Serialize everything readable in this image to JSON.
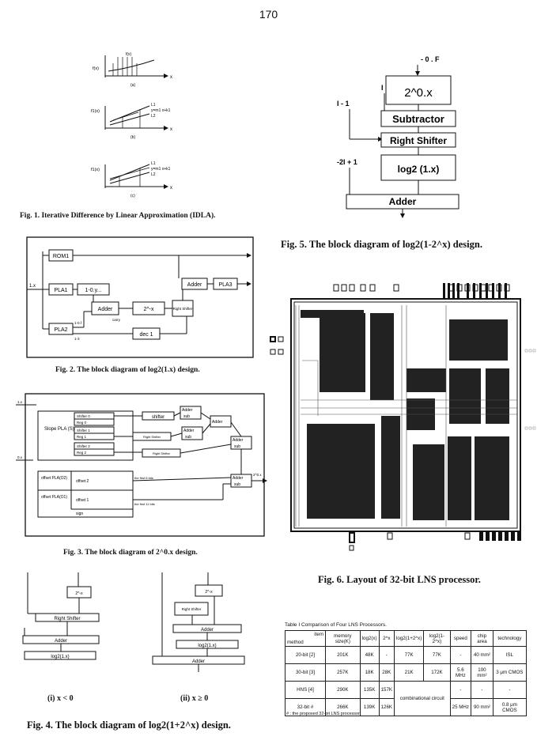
{
  "page_number": "170",
  "fig1": {
    "caption": "Fig. 1.  Iterative Difference by Linear Approximation (IDLA).",
    "panel_a": {
      "ylabel": "f(x)",
      "curve": "f(x)",
      "xlabel": "x",
      "tag": "(a)"
    },
    "panel_b": {
      "ylabel": "f1(x)",
      "line1": "L1",
      "eq": "y=m1 x+k1",
      "line2": "L2",
      "xlabel": "x",
      "tag": "(b)"
    },
    "panel_c": {
      "ylabel": "f1(x)",
      "line1": "L1",
      "eq": "y=m1 x+k1",
      "line2": "L2",
      "xlabel": "x",
      "tag": "(c)"
    }
  },
  "fig2": {
    "caption": "Fig. 2. The block diagram of log2(1.x) design.",
    "blocks": {
      "rom": "ROM1",
      "pla1": "PLA1",
      "one_minus": "1-0.y...",
      "adder1": "Adder",
      "pow": "2^-x",
      "shift": "Right Shifter",
      "adder2": "Adder",
      "pla3": "PLA3",
      "pla2": "PLA2",
      "dec": "dec 1"
    },
    "labels": {
      "input": "1.x",
      "carry": "carry",
      "l1": "1-0.f",
      "l2": "1-3"
    }
  },
  "fig3": {
    "caption": "Fig. 3.  The block diagram of 2^0.x design.",
    "blocks": {
      "slope": "Slope PLA (S)",
      "shift0": "Shifter 0",
      "reg0": "Reg 0",
      "shift1": "Shifter 1",
      "reg1": "Reg 1",
      "shift2": "Shifter 2",
      "reg2": "Reg 2",
      "shifter": "shifter",
      "rshift1": "Right Shifter",
      "rshift2": "Right Shifter",
      "offset2": "offset PLA(O2)",
      "offset2r": "offset 2",
      "offset1": "offset PLA(O1)",
      "offset1r": "offset 1",
      "sign": "sign",
      "addsub": "Adder / sub"
    },
    "labels": {
      "first8": "the first 8 bits",
      "first11": "the first 11 bits",
      "in1": "1.x",
      "in2": "0.x",
      "out": "2^0.x"
    }
  },
  "fig4": {
    "caption": "Fig. 4.  The block diagram of log2(1+2^x) design.",
    "sub_i": "(i) x < 0",
    "sub_ii": "(ii) x ≥ 0",
    "left": {
      "top": "2^-x",
      "shift": "Right Shifter",
      "adder": "Adder",
      "log": "log2(1.x)"
    },
    "right": {
      "top": "2^-x",
      "shift": "Right Shifter",
      "adder1": "Adder",
      "log": "log2(1.x)",
      "adder2": "Adder"
    }
  },
  "fig5": {
    "caption": "Fig. 5.  The block diagram of log2(1-2^x) design.",
    "input": "- 0 . F",
    "in_i": "I",
    "in_i1": "I - 1",
    "in_2i": "-2I + 1",
    "pow": "2^0.x",
    "sub": "Subtractor",
    "shift": "Right Shifter",
    "log": "log2 (1.x)",
    "adder": "Adder"
  },
  "fig6": {
    "caption": "Fig. 6.  Layout of 32-bit LNS processor."
  },
  "table": {
    "caption": "Table I    Comparison of Four LNS Processors.",
    "header": {
      "item": "item",
      "method": "method",
      "memory": "memory size(K)",
      "log": "log2(x)",
      "pow": "2^x",
      "lp": "log2(1+2^x)",
      "lm": "log2(1-2^x)",
      "speed": "speed",
      "area": "chip area",
      "tech": "technology"
    },
    "rows": [
      [
        "20-bit [2]",
        "201K",
        "48K",
        "-",
        "77K",
        "77K",
        "-",
        "40 mm²",
        "ISL"
      ],
      [
        "30-bit [3]",
        "257K",
        "18K",
        "28K",
        "21K",
        "172K",
        "5.6 MHz",
        "100 mm²",
        "3 μm CMOS"
      ],
      [
        "HNS [4]",
        "290K",
        "135K",
        "157K"
      ],
      [
        "32-bit #",
        "266K",
        "139K",
        "126K",
        "25 MHz",
        "90 mm²",
        "0.8 μm CMOS"
      ]
    ],
    "combinational": "combinational circuit",
    "note": "#   : the proposed 32-bit LNS processor"
  }
}
